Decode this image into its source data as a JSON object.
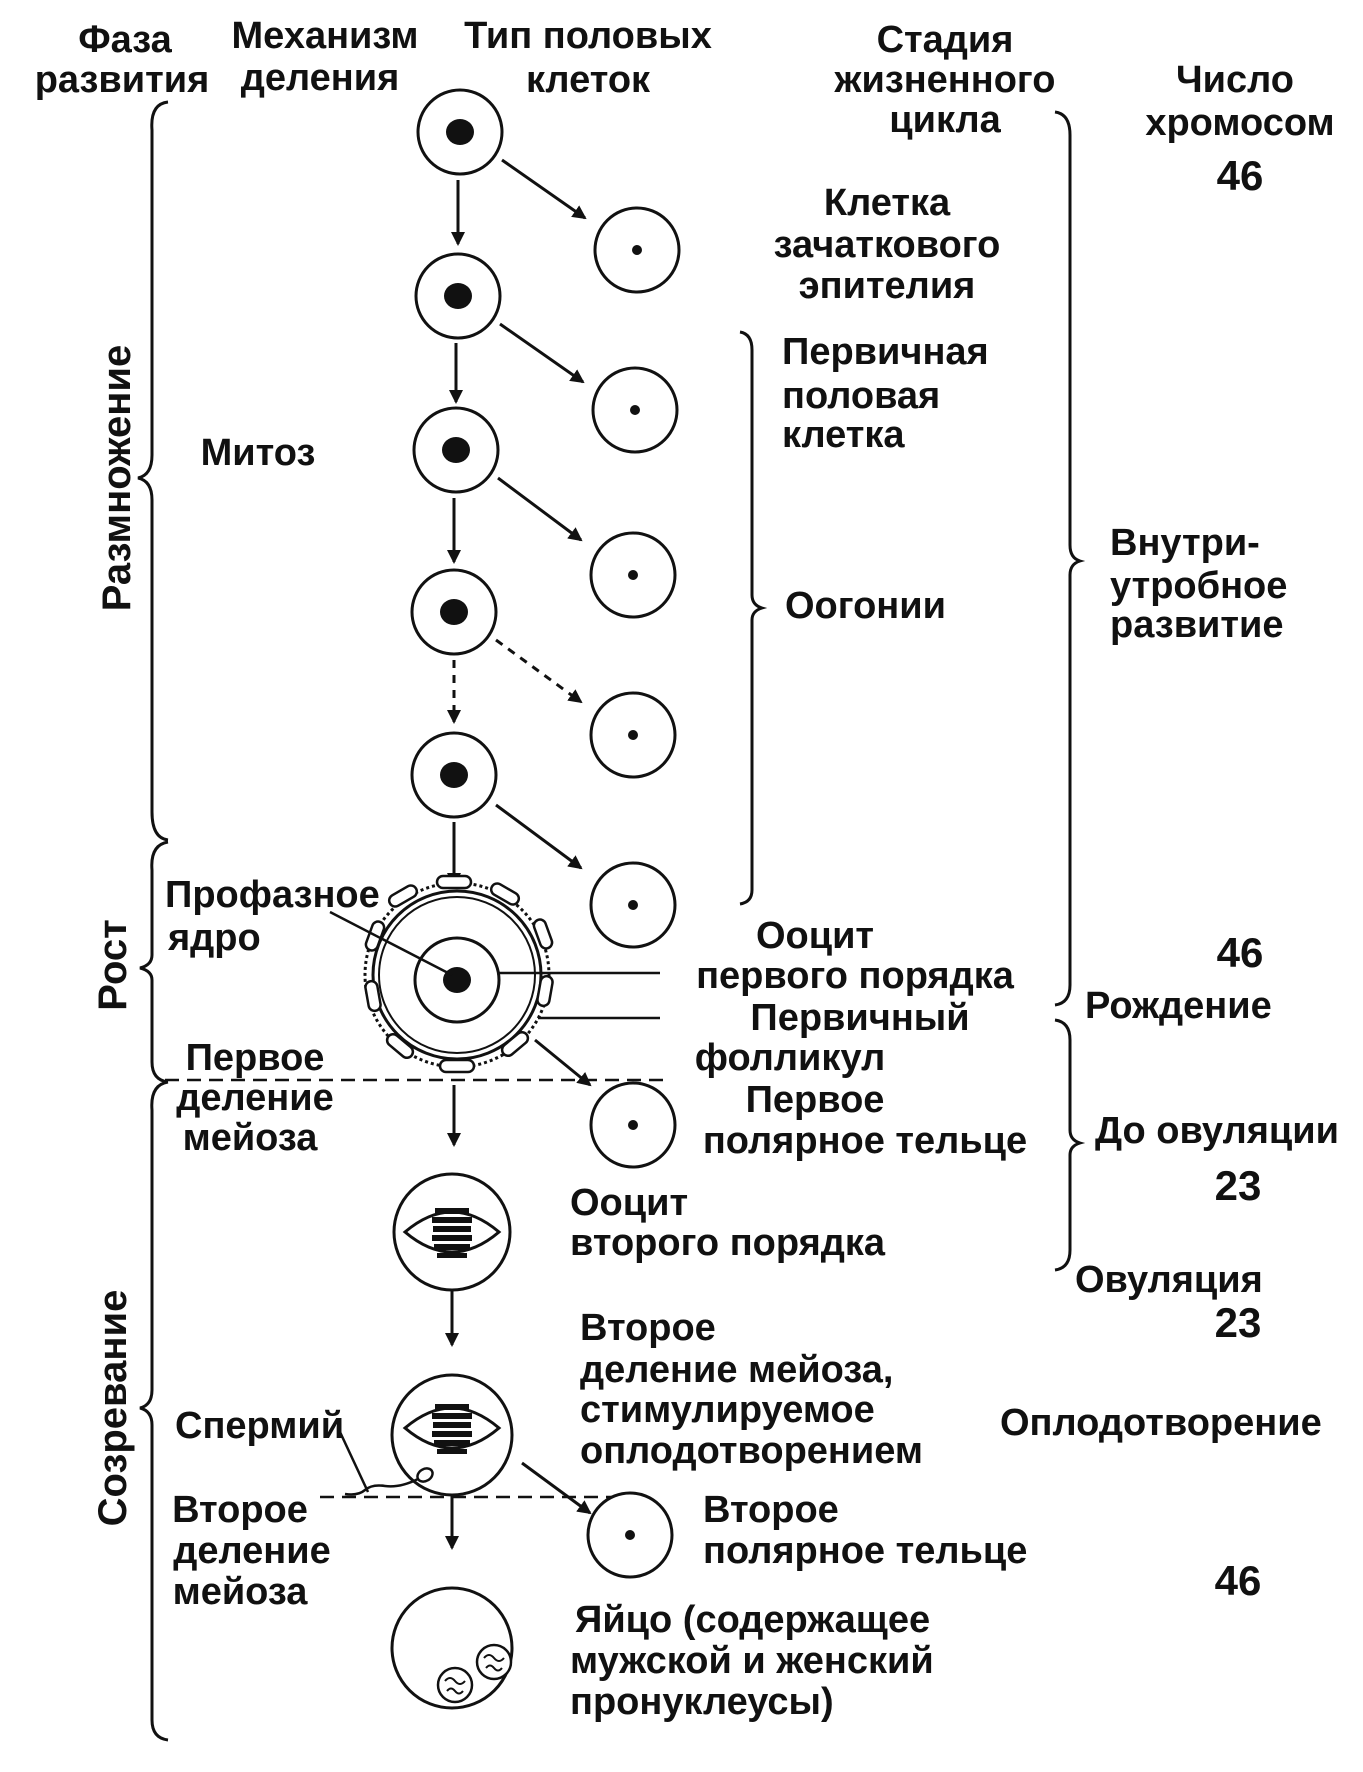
{
  "headers": {
    "phase": [
      "Фаза",
      "развития"
    ],
    "mechanism": [
      "Механизм",
      "деления"
    ],
    "cell_type": [
      "Тип половых",
      "клеток"
    ],
    "life_stage": [
      "Стадия",
      "жизненного",
      "цикла"
    ],
    "chromosomes": [
      "Число",
      "хромосом"
    ]
  },
  "phases": {
    "reproduction": "Размножение",
    "growth": "Рост",
    "maturation": "Созревание"
  },
  "mechanisms": {
    "mitosis": "Митоз",
    "meiosis_first": [
      "Первое",
      "деление",
      "мейоза"
    ],
    "meiosis_second": [
      "Второе",
      "деление",
      "мейоза"
    ]
  },
  "cell_labels": {
    "germinal_epithelium": [
      "Клетка",
      "зачаткового",
      "эпителия"
    ],
    "primordial_germ_cell": [
      "Первичная",
      "половая",
      "клетка"
    ],
    "oogonia": "Оогонии",
    "prophase_nucleus": [
      "Профазное",
      "ядро"
    ],
    "primary_oocyte": [
      "Ооцит",
      "первого порядка"
    ],
    "primary_follicle": [
      "Первичный",
      "фолликул"
    ],
    "first_polar_body": [
      "Первое",
      "полярное тельце"
    ],
    "secondary_oocyte": [
      "Ооцит",
      "второго порядка"
    ],
    "second_meiosis_note": [
      "Второе",
      "деление мейоза,",
      "стимулируемое",
      "оплодотворением"
    ],
    "sperm": "Спермий",
    "second_polar_body": [
      "Второе",
      "полярное тельце"
    ],
    "egg": [
      "Яйцо (содержащее",
      "мужской и женский",
      "пронуклеусы)"
    ]
  },
  "life_stages": {
    "intrauterine": [
      "Внутри-",
      "утробное",
      "развитие"
    ],
    "birth": "Рождение",
    "before_ovulation": "До овуляции",
    "ovulation": "Овуляция",
    "fertilization": "Оплодотворение"
  },
  "chromosome_numbers": {
    "germ_epithelium": "46",
    "primary_oocyte": "46",
    "before_ovulation": "23",
    "ovulation": "23",
    "egg": "46"
  }
}
